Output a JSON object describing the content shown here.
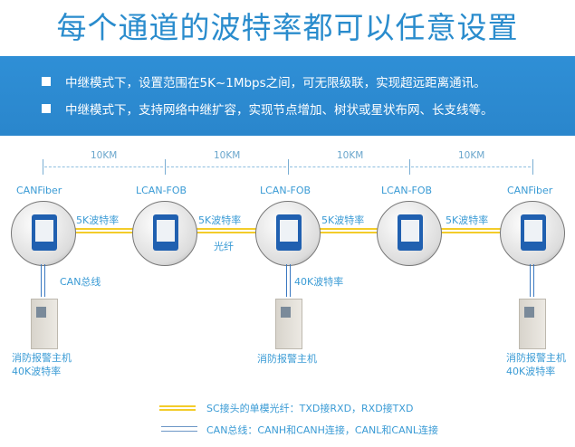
{
  "title": "每个通道的波特率都可以任意设置",
  "bullets": [
    "中继模式下，设置范围在5K~1Mbps之间，可无限级联，实现超远距离通讯。",
    "中继模式下，支持网络中继扩容，实现节点增加、树状或星状布网、长支线等。"
  ],
  "distances": [
    "10KM",
    "10KM",
    "10KM",
    "10KM"
  ],
  "nodes": [
    "CANFiber",
    "LCAN-FOB",
    "LCAN-FOB",
    "LCAN-FOB",
    "CANFiber"
  ],
  "links": [
    "5K波特率",
    "5K波特率",
    "5K波特率",
    "5K波特率"
  ],
  "fiber_label": "光纤",
  "can_label": "CAN总线",
  "mid_baud": "40K波特率",
  "hosts": [
    {
      "name": "消防报警主机",
      "baud": "40K波特率"
    },
    {
      "name": "消防报警主机"
    },
    {
      "name": "消防报警主机",
      "baud": "40K波特率"
    }
  ],
  "legend": [
    "SC接头的单模光纤：TXD接RXD，RXD接TXD",
    "CAN总线：CANH和CANH连接，CANL和CANL连接"
  ]
}
